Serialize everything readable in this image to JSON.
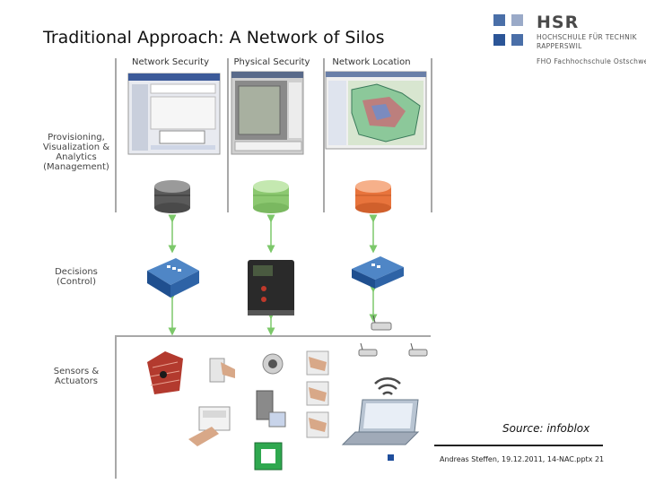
{
  "title": "Traditional Approach: A Network of Silos",
  "logo": {
    "name": "HSR",
    "line1": "HOCHSCHULE FÜR TECHNIK",
    "line2": "RAPPERSWIL",
    "line3": "FHO Fachhochschule Ostschweiz",
    "squares": [
      "#4a6fa8",
      "#9aaac8",
      "#2b5597",
      "#4a6fa8"
    ]
  },
  "columns": [
    "Network Security",
    "Physical Security",
    "Network Location"
  ],
  "rows": {
    "management": [
      "Provisioning,",
      "Visualization &",
      "Analytics",
      "(Management)"
    ],
    "control": [
      "Decisions",
      "(Control)"
    ],
    "sensors": [
      "Sensors &",
      "Actuators"
    ]
  },
  "db_colors": [
    "#5a5a5a",
    "#8cc870",
    "#e8743c"
  ],
  "source": "Source:  infoblox",
  "footer": "Andreas Steffen, 19.12.2011, 14-NAC.pptx 21"
}
